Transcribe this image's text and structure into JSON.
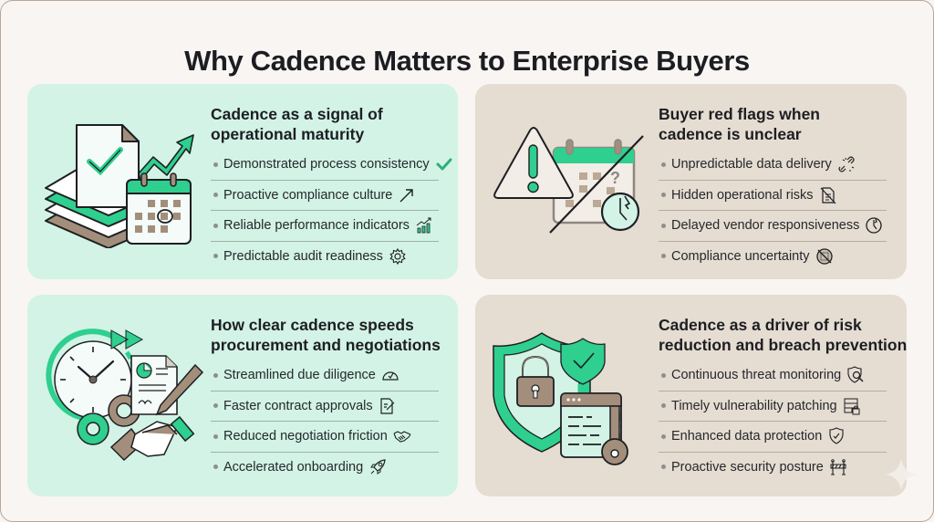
{
  "page": {
    "title": "Why Cadence Matters to Enterprise Buyers"
  },
  "colors": {
    "background": "#f8f5f2",
    "green_panel": "#d2f3e6",
    "tan_panel": "#e5dcd2",
    "accent_green": "#2fcf8f",
    "accent_brown": "#a38e7c",
    "text": "#1d1e22"
  },
  "panels": [
    {
      "heading_line1": "Cadence as a signal of",
      "heading_line2": "operational maturity",
      "illustration": "document-growth-calendar-illustration",
      "items": [
        {
          "label": "Demonstrated process consistency",
          "icon": "checkmark-icon"
        },
        {
          "label": "Proactive compliance culture",
          "icon": "trend-arrow-icon"
        },
        {
          "label": "Reliable performance indicators",
          "icon": "bar-chart-trend-icon"
        },
        {
          "label": "Predictable audit readiness",
          "icon": "gear-icon"
        }
      ]
    },
    {
      "heading_line1": "Buyer red flags when",
      "heading_line2": "cadence is unclear",
      "illustration": "warning-calendar-broken-clock-illustration",
      "items": [
        {
          "label": "Unpredictable data delivery",
          "icon": "broken-link-icon"
        },
        {
          "label": "Hidden operational risks",
          "icon": "hidden-document-icon"
        },
        {
          "label": "Delayed vendor responsiveness",
          "icon": "clock-icon"
        },
        {
          "label": "Compliance uncertainty",
          "icon": "no-compliance-icon"
        }
      ]
    },
    {
      "heading_line1": "How clear cadence speeds",
      "heading_line2": "procurement and negotiations",
      "illustration": "clock-gears-contract-handshake-illustration",
      "items": [
        {
          "label": "Streamlined due diligence",
          "icon": "speedometer-icon"
        },
        {
          "label": "Faster contract approvals",
          "icon": "edit-document-icon"
        },
        {
          "label": "Reduced negotiation friction",
          "icon": "handshake-icon"
        },
        {
          "label": "Accelerated onboarding",
          "icon": "rocket-icon"
        }
      ]
    },
    {
      "heading_line1": "Cadence as a driver of risk",
      "heading_line2": "reduction and breach prevention",
      "illustration": "shield-lock-key-illustration",
      "items": [
        {
          "label": "Continuous threat monitoring",
          "icon": "shield-search-icon"
        },
        {
          "label": "Timely vulnerability patching",
          "icon": "server-lock-icon"
        },
        {
          "label": "Enhanced data protection",
          "icon": "shield-check-icon"
        },
        {
          "label": "Proactive security posture",
          "icon": "barrier-icon"
        }
      ]
    }
  ]
}
